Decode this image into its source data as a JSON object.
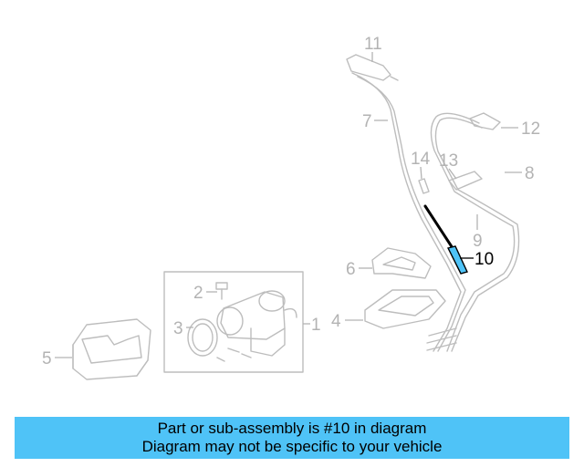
{
  "diagram": {
    "callouts": [
      {
        "id": "1",
        "label": "1"
      },
      {
        "id": "2",
        "label": "2"
      },
      {
        "id": "3",
        "label": "3"
      },
      {
        "id": "4",
        "label": "4"
      },
      {
        "id": "5",
        "label": "5"
      },
      {
        "id": "6",
        "label": "6"
      },
      {
        "id": "7",
        "label": "7"
      },
      {
        "id": "8",
        "label": "8"
      },
      {
        "id": "9",
        "label": "9"
      },
      {
        "id": "10",
        "label": "10"
      },
      {
        "id": "11",
        "label": "11"
      },
      {
        "id": "12",
        "label": "12"
      },
      {
        "id": "13",
        "label": "13"
      },
      {
        "id": "14",
        "label": "14"
      }
    ],
    "highlighted_part": "10",
    "colors": {
      "highlight": "#4fc3f7",
      "line_art": "#bdbdbd",
      "callout_text": "#b3b3b3"
    }
  },
  "banner": {
    "line1": "Part or sub-assembly is #10 in diagram",
    "line2": "Diagram may not be specific to your vehicle"
  }
}
